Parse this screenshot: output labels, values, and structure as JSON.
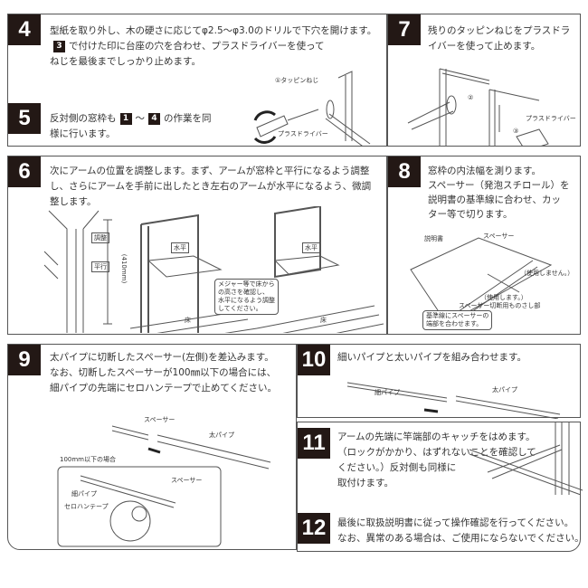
{
  "steps": {
    "s4": {
      "num": "4",
      "line1": "型紙を取り外し、木の硬さに応じてφ2.5〜φ3.0のドリルで下穴を開けます。",
      "ref": "3",
      "line2": "で付けた印に台座の穴を合わせ、プラスドライバーを使って",
      "line3": "ねじを最後までしっかり止めます。",
      "label_screw": "①タッピンねじ",
      "label_driver": "プラスドライバー"
    },
    "s5": {
      "num": "5",
      "line1a": "反対側の窓枠も",
      "ref1": "1",
      "tilde": "〜",
      "ref2": "4",
      "line1b": "の作業を同",
      "line2": "様に行います。"
    },
    "s7": {
      "num": "7",
      "line1": "残りのタッピンねじをプラスドラ",
      "line2": "イバーを使って止めます。",
      "label_2": "②",
      "label_3": "③",
      "label_driver": "プラスドライバー"
    },
    "s6": {
      "num": "6",
      "line1": "次にアームの位置を調整します。まず、アームが窓枠と平行になるよう調整",
      "line2": "し、さらにアームを手前に出したとき左右のアームが水平になるよう、微調",
      "line3": "整します。",
      "label_adjust": "調整",
      "label_parallel": "平行",
      "label_height": "(410mm)",
      "label_level1": "水平",
      "label_level2": "水平",
      "label_floor1": "床",
      "label_floor2": "床",
      "callout": [
        "メジャー等で床から",
        "の高さを確認し、",
        "水平になるよう調整",
        "してください。"
      ]
    },
    "s8": {
      "num": "8",
      "line1": "窓枠の内法幅を測ります。",
      "line2": "スペーサー（発泡スチロール）を",
      "line3": "説明書の基準線に合わせ、カッ",
      "line4": "ター等で切ります。",
      "label_manual": "説明書",
      "label_spacer": "スペーサー",
      "label_unused": "（使用しません。）",
      "label_used": "（使用します。）",
      "label_ruler": "スペーサー切断用ものさし部",
      "callout": [
        "基準線にスペーサーの",
        "端部を合わせます。"
      ]
    },
    "s9": {
      "num": "9",
      "line1": "太パイプに切断したスペーサー(左側)を差込みます。",
      "line2": "なお、切断したスペーサーが100㎜以下の場合には、",
      "line3": "細パイプの先端にセロハンテープで止めてください。",
      "label_spacer": "スペーサー",
      "label_thick": "太パイプ",
      "inset_title": "100mm以下の場合",
      "label_spacer2": "スペーサー",
      "label_thin": "細パイプ",
      "label_tape": "セロハンテープ"
    },
    "s10": {
      "num": "10",
      "line1": "細いパイプと太いパイプを組み合わせます。",
      "label_thin": "細パイプ",
      "label_thick": "太パイプ"
    },
    "s11": {
      "num": "11",
      "line1": "アームの先端に竿端部のキャッチをはめます。",
      "line2": "（ロックがかかり、はずれないことを確認して",
      "line3": "ください。）反対側も同様に",
      "line4": "取付けます。"
    },
    "s12": {
      "num": "12",
      "line1": "最後に取扱説明書に従って操作確認を行ってください。",
      "line2": "なお、異常のある場合は、ご使用にならないでください。"
    }
  },
  "colors": {
    "badge": "#231815",
    "border": "#555555"
  }
}
